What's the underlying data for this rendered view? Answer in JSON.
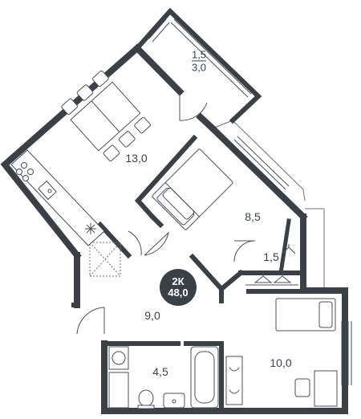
{
  "apartment": {
    "type": "2К",
    "total_area": "48,0"
  },
  "rooms": [
    {
      "id": "kitchen-living",
      "area": "13,0"
    },
    {
      "id": "bedroom",
      "area": "8,5"
    },
    {
      "id": "wardrobe",
      "area": "1,5"
    },
    {
      "id": "hallway",
      "area": "9,0"
    },
    {
      "id": "bathroom",
      "area": "4,5"
    },
    {
      "id": "room-2",
      "area": "10,0"
    }
  ],
  "loggia": {
    "area_top": "1,5",
    "area_bottom": "3,0"
  },
  "colors": {
    "wall": "#3b4046",
    "line": "#4a5158",
    "glass": "#e3e6e9",
    "badge": "#3b4046",
    "text": "#3a4148"
  }
}
